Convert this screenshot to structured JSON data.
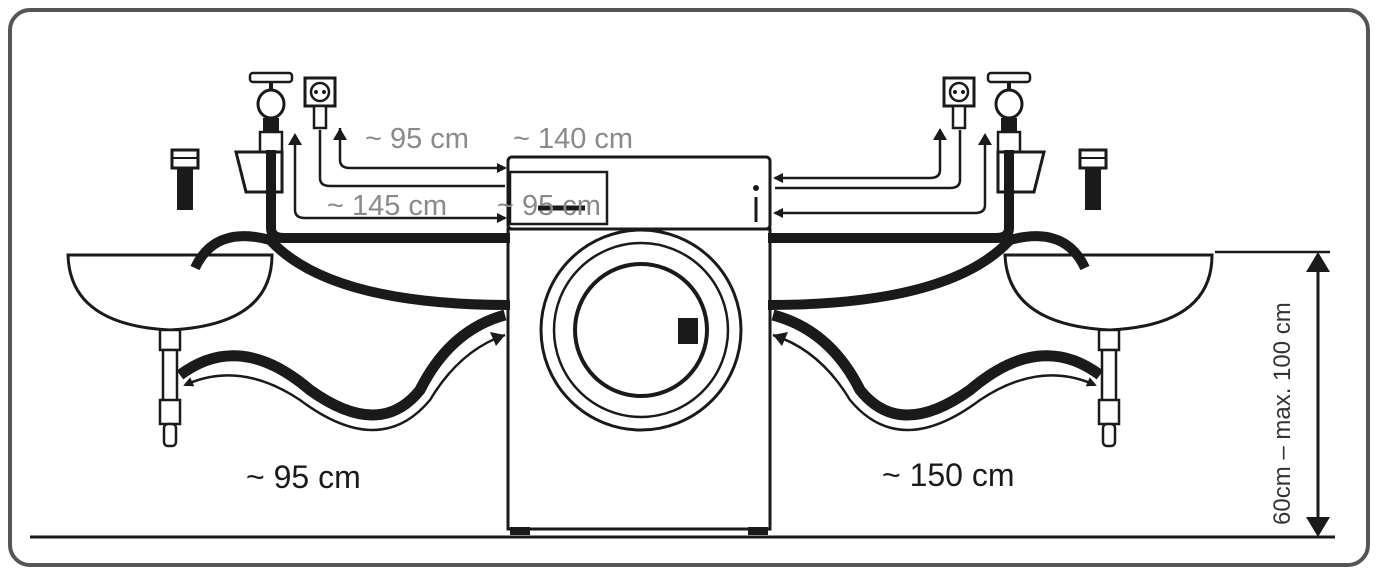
{
  "colors": {
    "line": "#1a1a1a",
    "label_gray": "#8a8a8a",
    "frame": "#555555",
    "fill": "#ffffff"
  },
  "labels": {
    "top_left_hose": "~ 95 cm",
    "top_mid_hose": "~ 140 cm",
    "mid_left_hose": "~ 145 cm",
    "mid_right_hose": "~ 95 cm",
    "drain_left": "~ 95 cm",
    "drain_right": "~ 150 cm",
    "height_range": "60cm – max. 100 cm"
  },
  "icons": [
    "water-tap-icon",
    "power-socket-icon",
    "bolt-icon",
    "sink-icon",
    "washing-machine-icon",
    "arrow-icon"
  ]
}
